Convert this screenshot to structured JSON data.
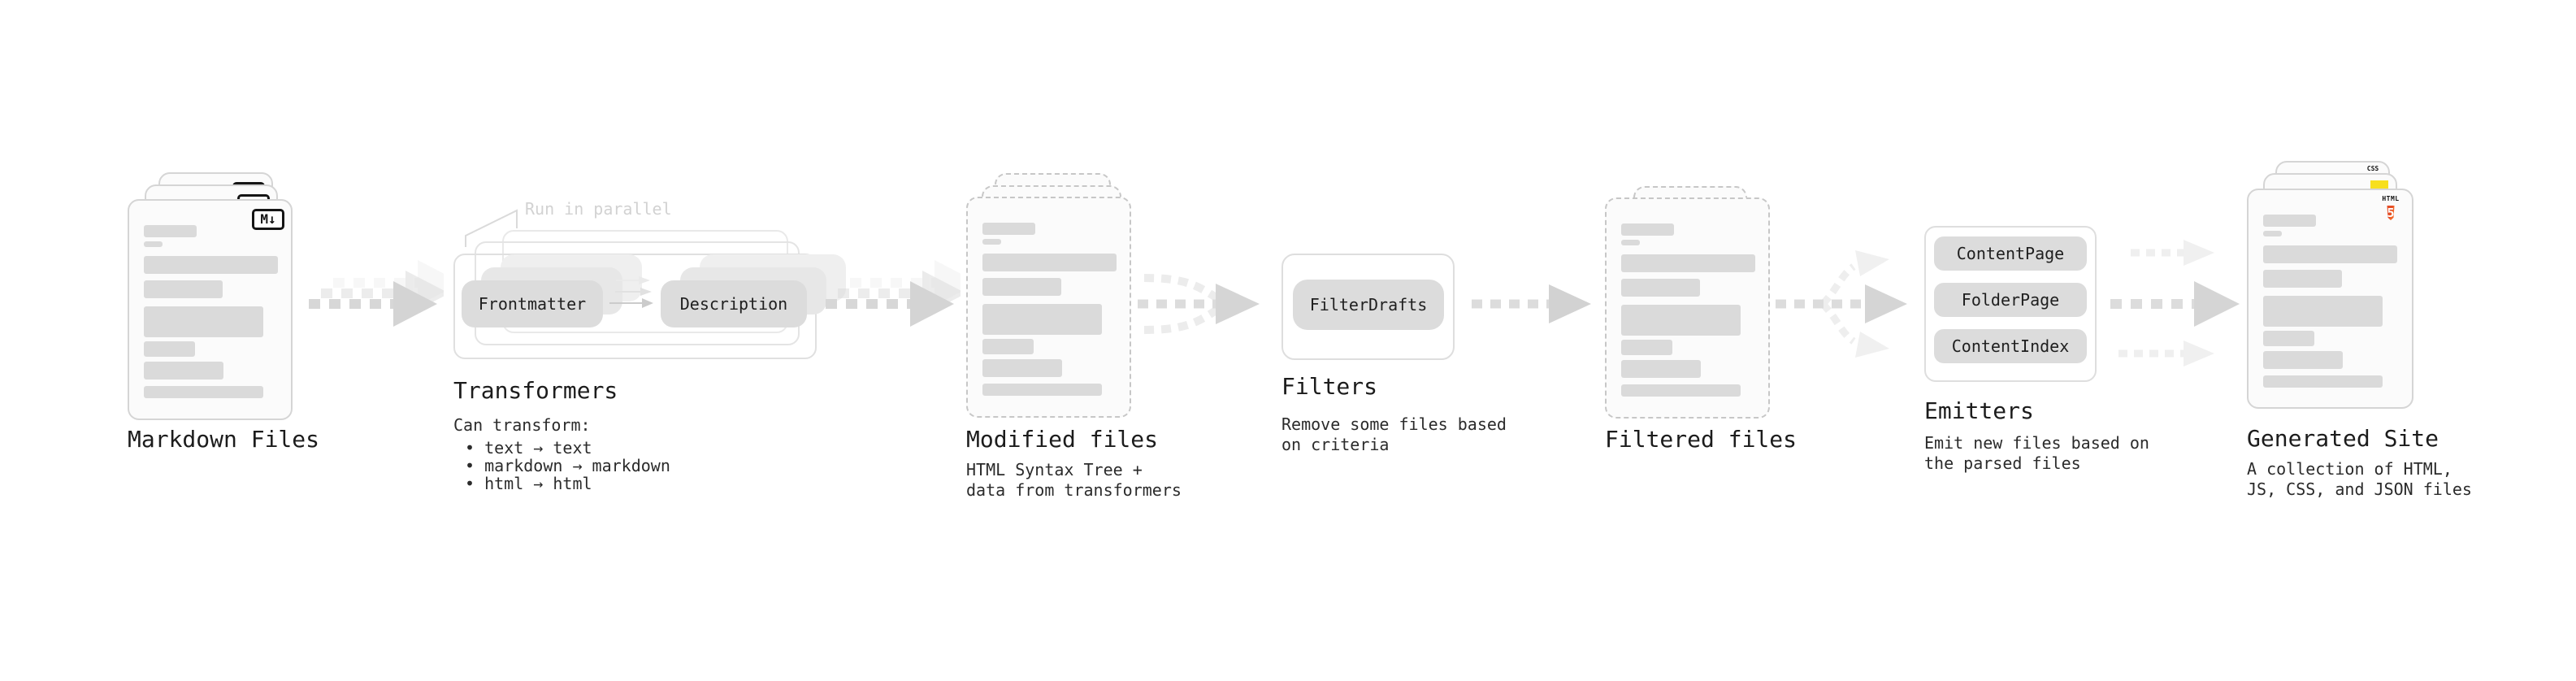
{
  "stages": {
    "markdown_files": {
      "title": "Markdown Files",
      "badge": "M↓"
    },
    "transformers": {
      "title": "Transformers",
      "annotation": "Run in parallel",
      "pills": [
        "Frontmatter",
        "Description"
      ],
      "desc_heading": "Can transform:",
      "bullets": [
        "• text → text",
        "• markdown → markdown",
        "• html → html"
      ]
    },
    "modified_files": {
      "title": "Modified files",
      "desc": "HTML Syntax Tree +\ndata from transformers"
    },
    "filters": {
      "title": "Filters",
      "pill": "FilterDrafts",
      "desc": "Remove some files based\non criteria"
    },
    "filtered_files": {
      "title": "Filtered files"
    },
    "emitters": {
      "title": "Emitters",
      "pills": [
        "ContentPage",
        "FolderPage",
        "ContentIndex"
      ],
      "desc": "Emit new files based on\nthe parsed files"
    },
    "generated_site": {
      "title": "Generated Site",
      "desc": "A collection of HTML,\nJS, CSS, and JSON files",
      "badges": {
        "css": "CSS",
        "html_label": "HTML",
        "html_number": "5"
      }
    }
  },
  "colors": {
    "html5_orange": "#e44d26",
    "html5_orange_light": "#f16529",
    "js_yellow": "#f7df1e",
    "css_blue": "#2d63ea",
    "badge_ink": "#151515"
  }
}
